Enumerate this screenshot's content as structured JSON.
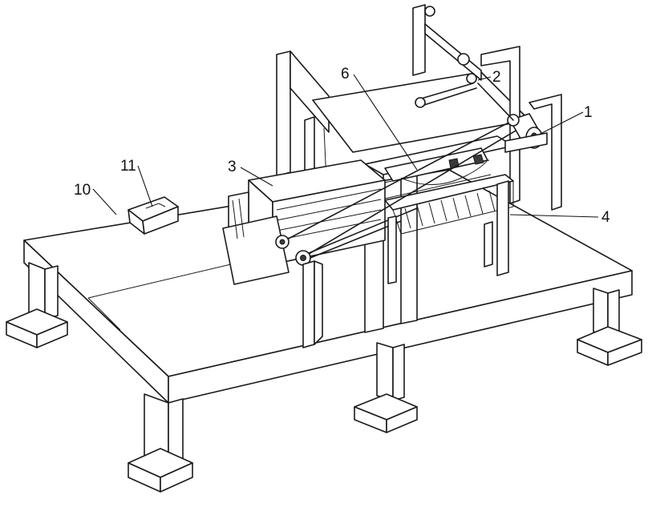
{
  "colors": {
    "line": "#1a1a1a",
    "paper": "#ffffff",
    "shade": "#3a3a3a"
  },
  "callouts": [
    {
      "id": "1",
      "text": "1"
    },
    {
      "id": "2",
      "text": "2"
    },
    {
      "id": "3",
      "text": "3"
    },
    {
      "id": "4",
      "text": "4"
    },
    {
      "id": "6",
      "text": "6"
    },
    {
      "id": "10",
      "text": "10"
    },
    {
      "id": "11",
      "text": "11"
    }
  ]
}
